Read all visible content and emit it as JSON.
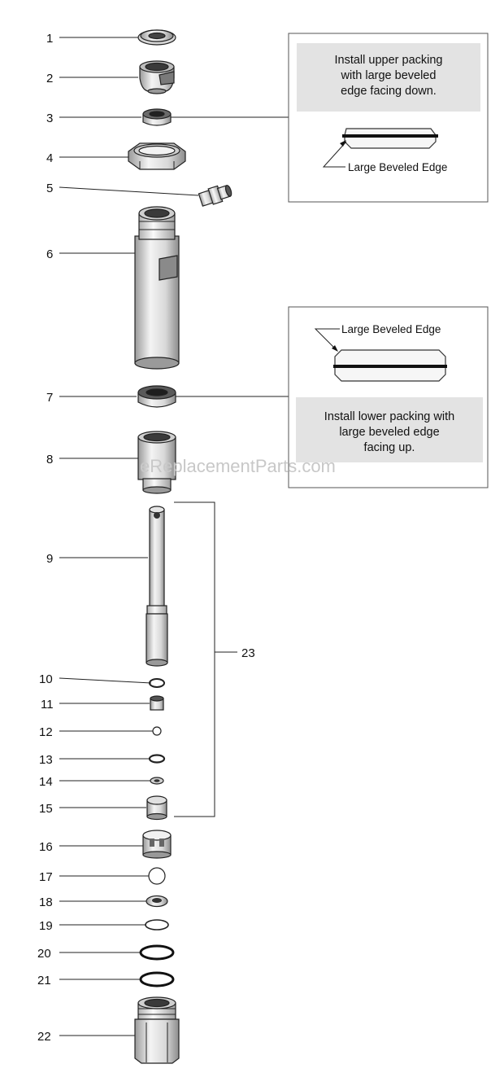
{
  "diagram": {
    "callouts": [
      "1",
      "2",
      "3",
      "4",
      "5",
      "6",
      "7",
      "8",
      "9",
      "10",
      "11",
      "12",
      "13",
      "14",
      "15",
      "16",
      "17",
      "18",
      "19",
      "20",
      "21",
      "22"
    ],
    "assembly_label": "23",
    "upper_note": {
      "lines": [
        "Install upper packing",
        "with large beveled",
        "edge facing down."
      ],
      "edge_label": "Large Beveled Edge"
    },
    "lower_note": {
      "lines": [
        "Install lower packing with",
        "large beveled edge",
        "facing up."
      ],
      "edge_label": "Large Beveled Edge"
    },
    "watermark": "eReplacementParts.com"
  }
}
